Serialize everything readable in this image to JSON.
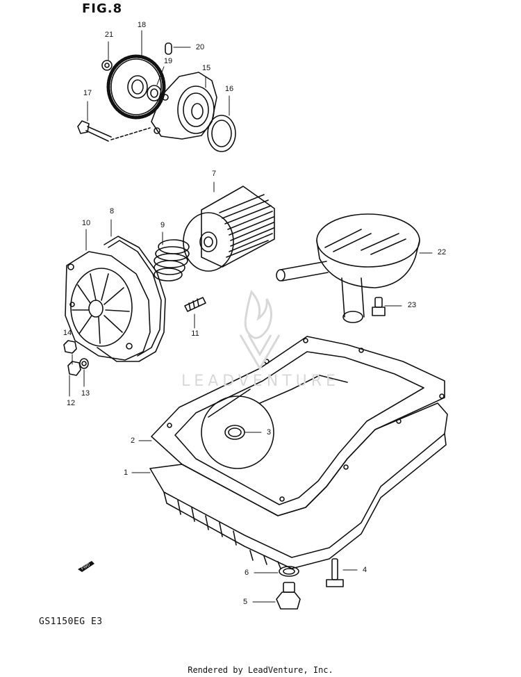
{
  "figure": {
    "title": "FIG.8",
    "model_code": "GS1150EG  E3"
  },
  "footer": {
    "rendered_by": "Rendered by LeadVenture, Inc."
  },
  "watermark": {
    "text": "LEADVENTURE"
  },
  "fwd_icon": {
    "label": "FWD"
  },
  "callouts": {
    "n1": "1",
    "n2": "2",
    "n3": "3",
    "n4": "4",
    "n5": "5",
    "n6": "6",
    "n7": "7",
    "n8": "8",
    "n9": "9",
    "n10": "10",
    "n11": "11",
    "n12": "12",
    "n13": "13",
    "n14": "14",
    "n15": "15",
    "n16": "16",
    "n17": "17",
    "n18": "18",
    "n19": "19",
    "n20": "20",
    "n21": "21",
    "n22": "22",
    "n23": "23"
  },
  "colors": {
    "ink": "#111111",
    "watermark": "#d8d8d8"
  }
}
